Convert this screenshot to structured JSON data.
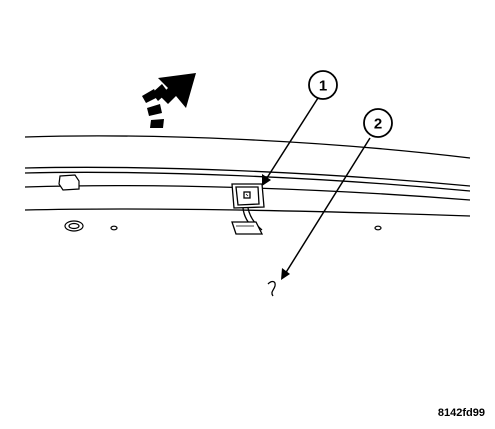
{
  "callouts": [
    {
      "label": "1"
    },
    {
      "label": "2"
    }
  ],
  "figure_id": "8142fd99",
  "rotation_indicator": {
    "icon": "curved-arrow-icon",
    "color": "#000000"
  },
  "line_color": "#000000"
}
